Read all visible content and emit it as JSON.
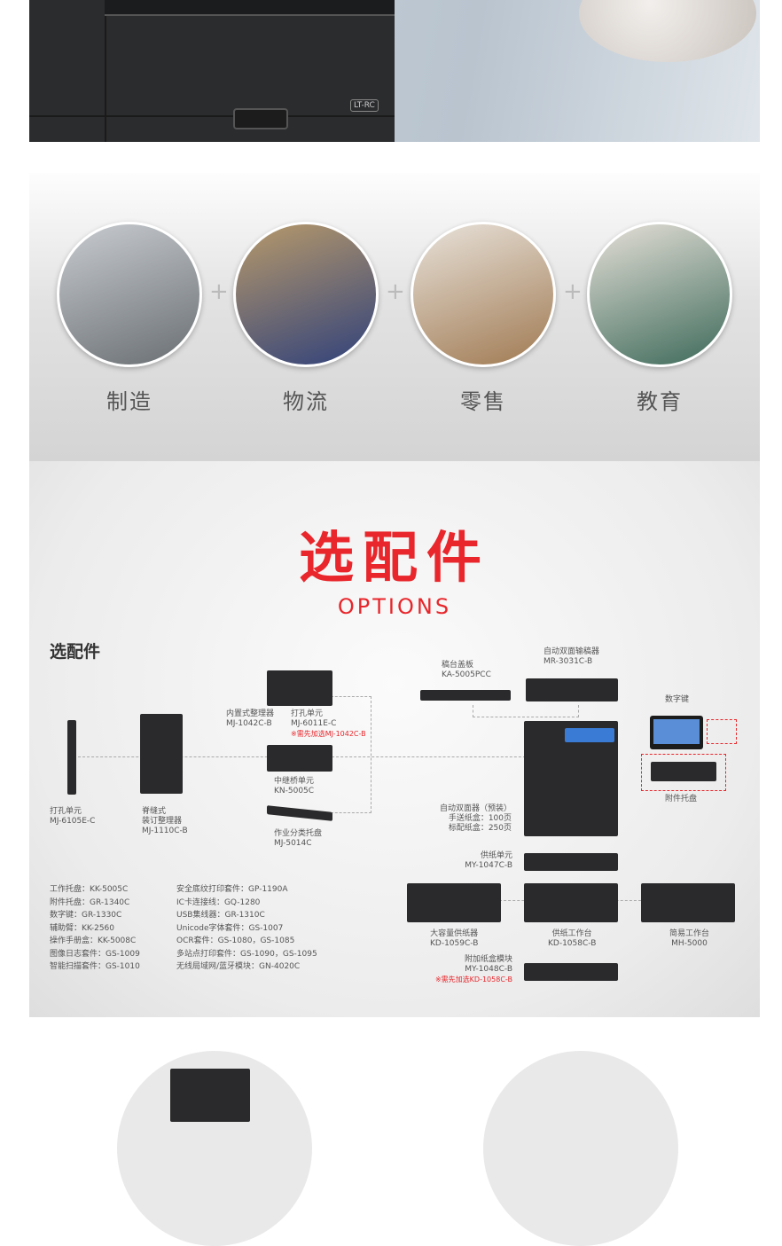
{
  "hero": {
    "badge": "LT-RC"
  },
  "industries": [
    {
      "label": "制造",
      "icon": "factory-photo",
      "colors": [
        "#6a6f73",
        "#c8ccd0"
      ]
    },
    {
      "label": "物流",
      "icon": "warehouse-photo",
      "colors": [
        "#30417a",
        "#b89a6b"
      ]
    },
    {
      "label": "零售",
      "icon": "retail-photo",
      "colors": [
        "#a07a52",
        "#e8e2da"
      ]
    },
    {
      "label": "教育",
      "icon": "classroom-photo",
      "colors": [
        "#3d6a5a",
        "#e6e0d8"
      ]
    }
  ],
  "plus": "+",
  "options": {
    "title": "选配件",
    "subtitle": "OPTIONS",
    "section_label": "选配件",
    "accent": "#e8262b",
    "items": {
      "platen": {
        "name": "稿台盖板",
        "code": "KA-5005PCC"
      },
      "radf": {
        "name": "自动双面输稿器",
        "code": "MR-3031C-B"
      },
      "keypad": {
        "name": "数字键"
      },
      "tray": {
        "name": "附件托盘"
      },
      "inner_finisher": {
        "name": "内置式整理器",
        "code": "MJ-1042C-B"
      },
      "hole_punch": {
        "name": "打孔单元",
        "code": "MJ-6011E-C",
        "note": "※需先加选MJ-1042C-B"
      },
      "bridge": {
        "name": "中继桥单元",
        "code": "KN-5005C"
      },
      "job_tray": {
        "name": "作业分类托盘",
        "code": "MJ-5014C"
      },
      "punch_left": {
        "name": "打孔单元",
        "code": "MJ-6105E-C"
      },
      "saddle": {
        "name1": "脊缝式",
        "name2": "装订整理器",
        "code": "MJ-1110C-B"
      },
      "main": {
        "l1": "自动双面器（预装）",
        "l2": "手送纸盒：100页",
        "l3": "标配纸盒：250页"
      },
      "feeder": {
        "name": "供纸单元",
        "code": "MY-1047C-B"
      },
      "lcf": {
        "name": "大容量供纸器",
        "code": "KD-1059C-B"
      },
      "pedestal": {
        "name": "供纸工作台",
        "code": "KD-1058C-B"
      },
      "stand": {
        "name": "简易工作台",
        "code": "MH-5000"
      },
      "drawer": {
        "name": "附加纸盒模块",
        "code": "MY-1048C-B",
        "note": "※需先加选KD-1058C-B"
      }
    },
    "list_left": [
      "工作托盘：KK-5005C",
      "附件托盘：GR-1340C",
      "数字键：GR-1330C",
      "辅助臂：KK-2560",
      "操作手册盒：KK-5008C",
      "图像日志套件：GS-1009",
      "智能扫描套件：GS-1010"
    ],
    "list_right": [
      "安全底纹打印套件：GP-1190A",
      "IC卡连接线：GQ-1280",
      "USB集线器：GR-1310C",
      "Unicode字体套件：GS-1007",
      "OCR套件：GS-1080，GS-1085",
      "多站点打印套件：GS-1090，GS-1095",
      "无线局域网/蓝牙模块：GN-4020C"
    ]
  }
}
